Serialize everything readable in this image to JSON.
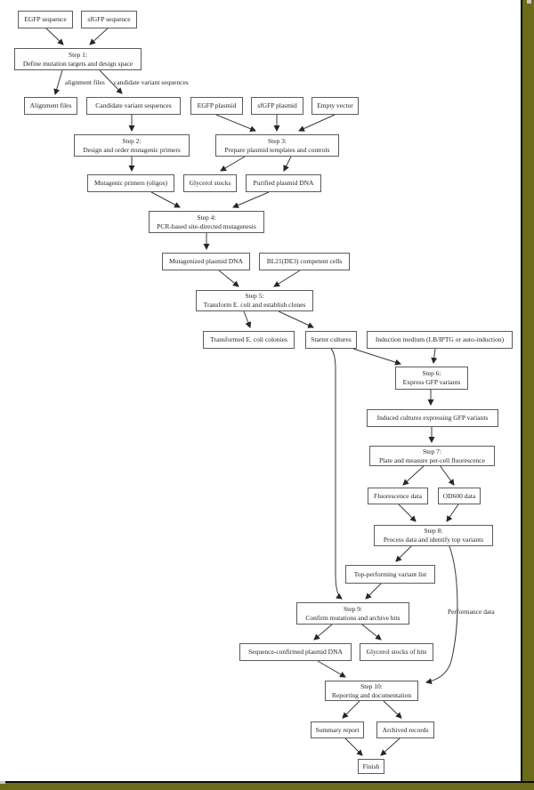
{
  "diagram": {
    "title_implicit": "GFP variant engineering workflow flowchart",
    "colors": {
      "frame_band": "#6b6b19",
      "frame_line": "#0a0a05",
      "corner_gray": "#c7c7c7",
      "box_border": "#5c5c5c",
      "box_fill": "#fefefe",
      "text": "#262626"
    }
  },
  "nodes": [
    {
      "id": "egfp-sequence",
      "lines": [
        "EGFP sequence"
      ]
    },
    {
      "id": "sfgfp-sequence",
      "lines": [
        "sfGFP sequence"
      ]
    },
    {
      "id": "step-1",
      "lines": [
        "Step 1:",
        "Define mutation targets and design space"
      ]
    },
    {
      "id": "alignment-files",
      "lines": [
        "Alignment files"
      ]
    },
    {
      "id": "candidate-variant-sequences",
      "lines": [
        "Candidate variant sequences"
      ]
    },
    {
      "id": "egfp-plasmid",
      "lines": [
        "EGFP plasmid"
      ]
    },
    {
      "id": "sfgfp-plasmid",
      "lines": [
        "sfGFP plasmid"
      ]
    },
    {
      "id": "empty-vector",
      "lines": [
        "Empty vector"
      ]
    },
    {
      "id": "step-2",
      "lines": [
        "Step 2:",
        "Design and order mutagenic primers"
      ]
    },
    {
      "id": "step-3",
      "lines": [
        "Step 3:",
        "Prepare plasmid templates and controls"
      ]
    },
    {
      "id": "mutagenic-primers",
      "lines": [
        "Mutagenic primers (oligos)"
      ]
    },
    {
      "id": "glycerol-stocks",
      "lines": [
        "Glycerol stocks"
      ]
    },
    {
      "id": "purified-plasmid-dna",
      "lines": [
        "Purified plasmid DNA"
      ]
    },
    {
      "id": "step-4",
      "lines": [
        "Step 4:",
        "PCR-based site-directed mutagenesis"
      ]
    },
    {
      "id": "mutagenized-plasmid-dna",
      "lines": [
        "Mutagenized plasmid DNA"
      ]
    },
    {
      "id": "bl21-competent-cells",
      "lines": [
        "BL21(DE3) competent cells"
      ]
    },
    {
      "id": "step-5",
      "lines": [
        "Step 5:",
        "Transform E. coli and establish clones"
      ]
    },
    {
      "id": "transformed-colonies",
      "lines": [
        "Transformed E. coli colonies"
      ]
    },
    {
      "id": "starter-cultures",
      "lines": [
        "Starter cultures"
      ]
    },
    {
      "id": "induction-medium",
      "lines": [
        "Induction medium (LB/IPTG or auto-induction)"
      ]
    },
    {
      "id": "step-6",
      "lines": [
        "Step 6:",
        "Express GFP variants"
      ]
    },
    {
      "id": "induced-cultures",
      "lines": [
        "Induced cultures expressing GFP variants"
      ]
    },
    {
      "id": "step-7",
      "lines": [
        "Step 7:",
        "Plate and measure per-cell fluorescence"
      ]
    },
    {
      "id": "fluorescence-data",
      "lines": [
        "Fluorescence data"
      ]
    },
    {
      "id": "od600-data",
      "lines": [
        "OD600 data"
      ]
    },
    {
      "id": "step-8",
      "lines": [
        "Step 8:",
        "Process data and identify top variants"
      ]
    },
    {
      "id": "top-performing-variant-list",
      "lines": [
        "Top-performing variant list"
      ]
    },
    {
      "id": "step-9",
      "lines": [
        "Step 9:",
        "Confirm mutations and archive hits"
      ]
    },
    {
      "id": "sequence-confirmed-plasmid-dna",
      "lines": [
        "Sequence-confirmed plasmid DNA"
      ]
    },
    {
      "id": "glycerol-stocks-of-hits",
      "lines": [
        "Glycerol stocks of hits"
      ]
    },
    {
      "id": "step-10",
      "lines": [
        "Step 10:",
        "Reporting and documentation"
      ]
    },
    {
      "id": "summary-report",
      "lines": [
        "Summary report"
      ]
    },
    {
      "id": "archived-records",
      "lines": [
        "Archived records"
      ]
    },
    {
      "id": "finish",
      "lines": [
        "Finish"
      ]
    }
  ],
  "edge_labels": {
    "alignment_files": "alignment files",
    "candidate_variant_sequences": "candidate variant sequences",
    "performance_data": "Performance data"
  }
}
